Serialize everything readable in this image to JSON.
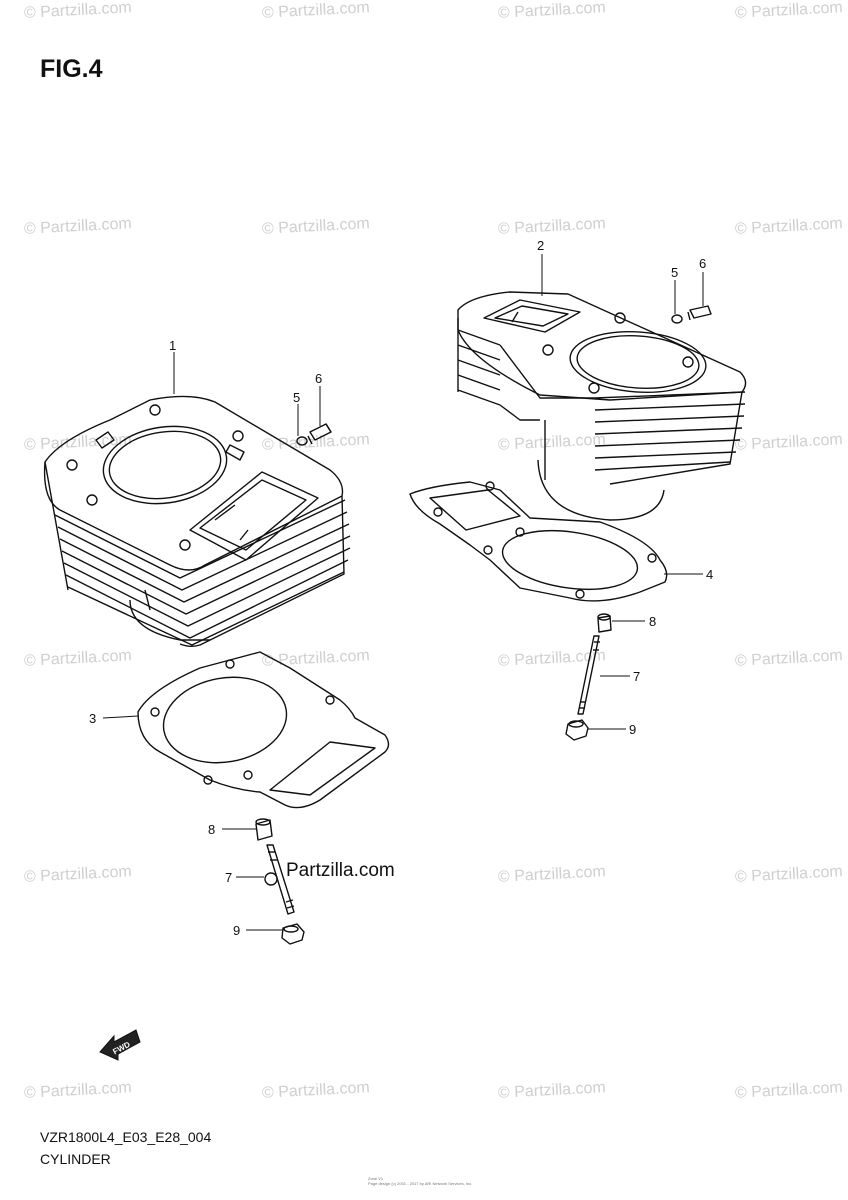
{
  "figure": {
    "title": "FIG.4",
    "model_code": "VZR1800L4_E03_E28_004",
    "name": "CYLINDER",
    "fwd_label": "FWD"
  },
  "branding": {
    "watermark": "© Partzilla.com",
    "inline_mark": "Partzilla.com",
    "credit_line1": "Zone V1",
    "credit_line2": "Page design (c) 2001 - 2017 by ARI Network Services, Inc."
  },
  "callouts": {
    "c1": "1",
    "c2": "2",
    "c3": "3",
    "c4": "4",
    "c5a": "5",
    "c5b": "5",
    "c6a": "6",
    "c6b": "6",
    "c7a": "7",
    "c7b": "7",
    "c8a": "8",
    "c8b": "8",
    "c9a": "9",
    "c9b": "9"
  }
}
